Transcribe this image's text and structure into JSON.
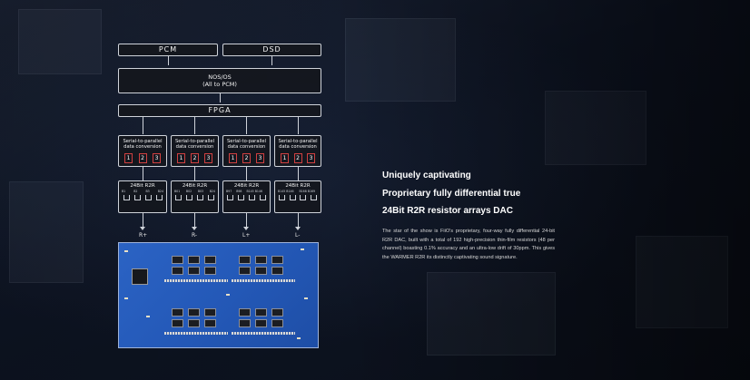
{
  "diagram": {
    "inputs": [
      "PCM",
      "DSD"
    ],
    "nos_os": {
      "line1": "NOS/OS",
      "line2": "(All to PCM)"
    },
    "fpga": "FPGA",
    "serial_blocks": [
      {
        "line1": "Serial-to-parallel",
        "line2": "data conversion",
        "nums": [
          "1",
          "2",
          "3"
        ]
      },
      {
        "line1": "Serial-to-parallel",
        "line2": "data conversion",
        "nums": [
          "1",
          "2",
          "3"
        ]
      },
      {
        "line1": "Serial-to-parallel",
        "line2": "data conversion",
        "nums": [
          "1",
          "2",
          "3"
        ]
      },
      {
        "line1": "Serial-to-parallel",
        "line2": "data conversion",
        "nums": [
          "1",
          "2",
          "3"
        ]
      }
    ],
    "r2r_blocks": [
      {
        "title": "24Bit R2R",
        "pins": [
          "B1",
          "B2",
          "B3",
          "B24"
        ]
      },
      {
        "title": "24Bit R2R",
        "pins": [
          "B01",
          "B02",
          "B03",
          "B24"
        ]
      },
      {
        "title": "24Bit R2R",
        "pins": [
          "B97",
          "B98",
          "B145 B146",
          ""
        ]
      },
      {
        "title": "24Bit R2R",
        "pins": [
          "B145 B146",
          "",
          "B168 B169",
          ""
        ]
      }
    ],
    "channels": [
      "R+",
      "R-",
      "L+",
      "L-"
    ],
    "board_colors": {
      "pcb": "#2459b8",
      "chip": "#1b1d22"
    }
  },
  "text": {
    "headline_1": "Uniquely captivating",
    "headline_2": "Proprietary fully differential true",
    "headline_3": "24Bit R2R resistor arrays DAC",
    "body": "The star of the show is FiiO's proprietary, four-way fully differential 24-bit R2R DAC, built with a total of 192 high-precision thin-film resistors (48 per channel) boasting 0.1% accuracy and an ultra-low drift of 30ppm. This gives the WARMER R2R its distinctly captivating sound signature."
  },
  "colors": {
    "background": "#0d1220",
    "box_border": "#cfd3da",
    "number_border": "#d04040",
    "headline": "#ffffff"
  }
}
